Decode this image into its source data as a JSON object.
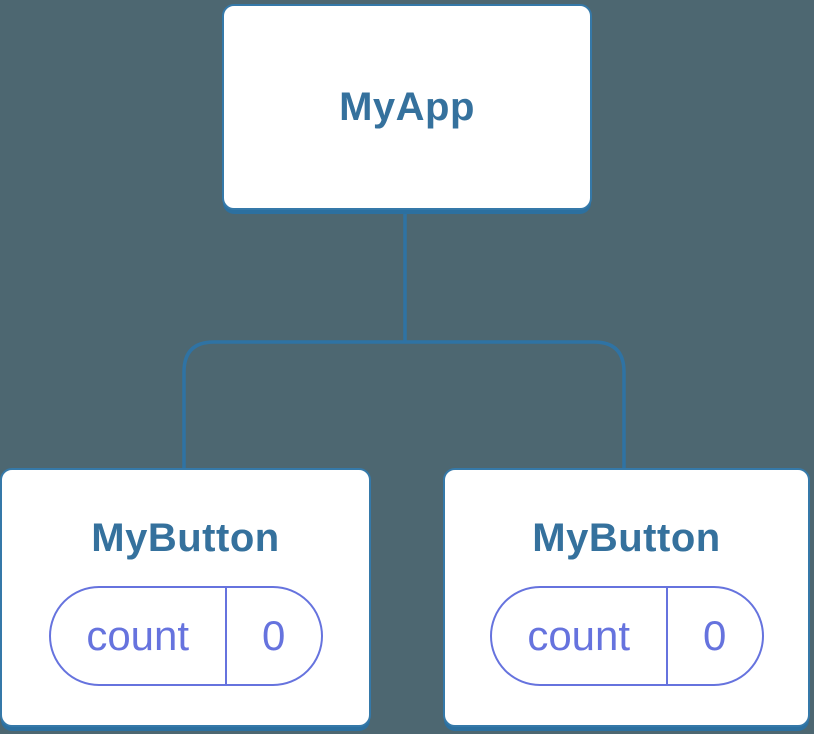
{
  "diagram": {
    "type": "component-tree",
    "background_color": "#4d6771",
    "connector_color": "#2f73a4",
    "node_border_color": "#3579a9",
    "node_shadow_color": "#2c70a0",
    "node_title_color": "#35719d",
    "state_accent_color": "#6673de",
    "root": {
      "label": "MyApp"
    },
    "children": [
      {
        "label": "MyButton",
        "state": {
          "key": "count",
          "value": "0"
        }
      },
      {
        "label": "MyButton",
        "state": {
          "key": "count",
          "value": "0"
        }
      }
    ]
  }
}
